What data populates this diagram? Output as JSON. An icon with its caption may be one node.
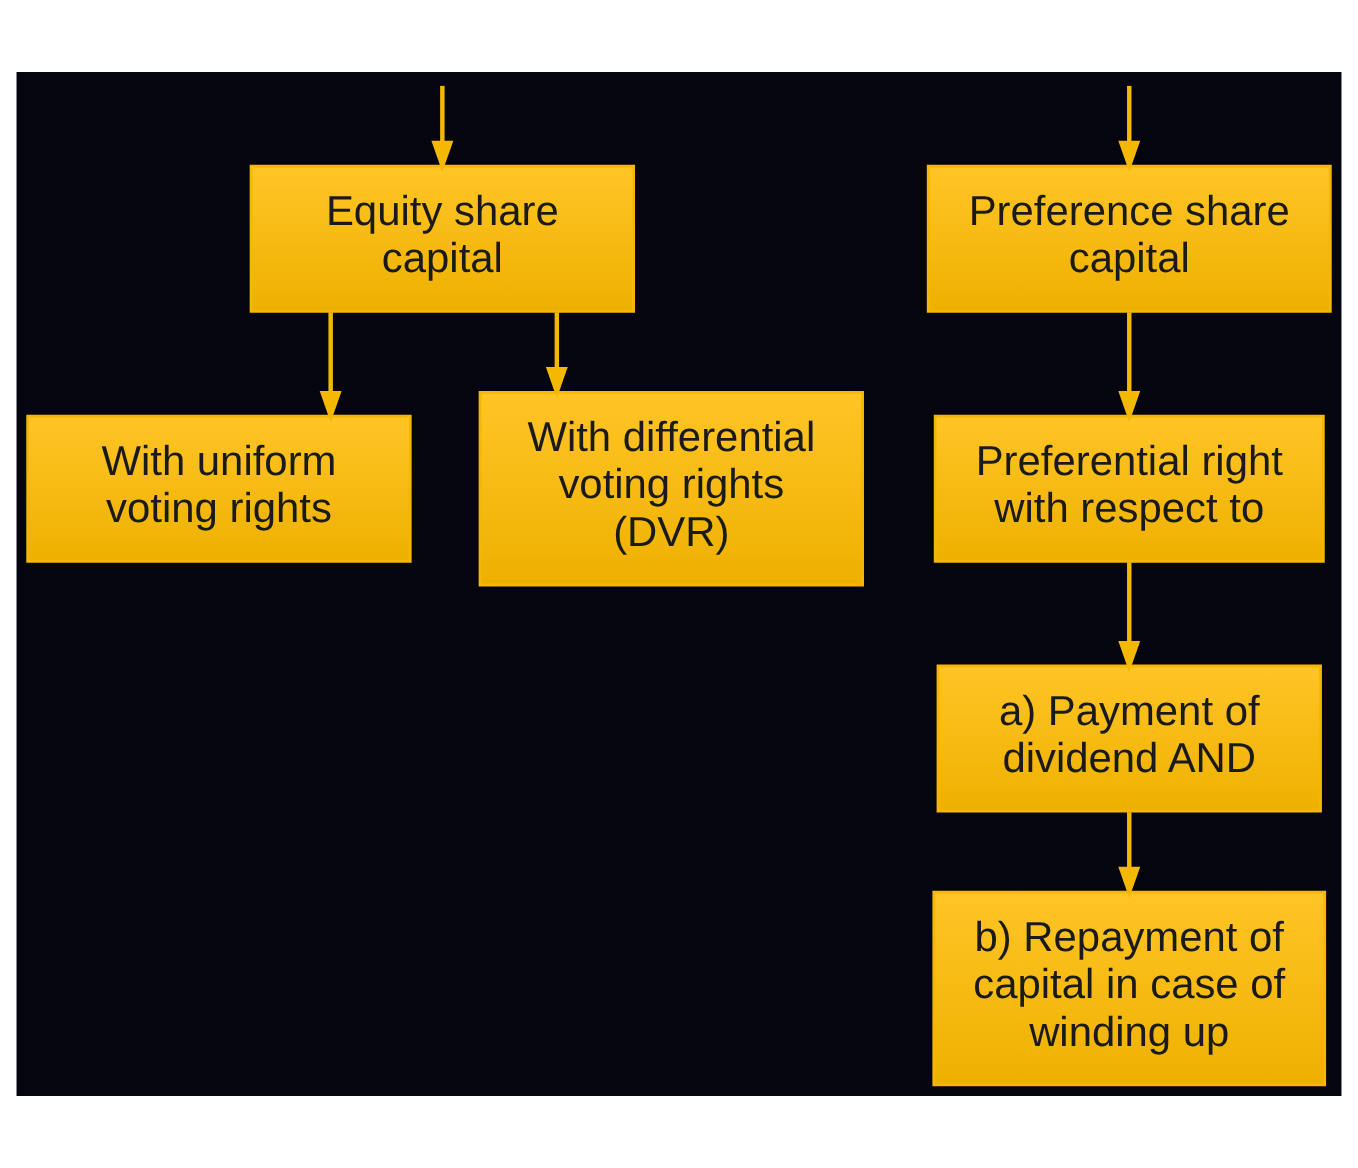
{
  "diagram": {
    "nodes": [
      {
        "text": [
          "Equity share capital"
        ]
      },
      {
        "text": [
          "Preference share capital"
        ]
      },
      {
        "text": [
          "With uniform voting rights"
        ]
      },
      {
        "text": [
          "With differential voting rights (DVR)"
        ]
      },
      {
        "text": [
          "Preferential right with respect to"
        ]
      },
      {
        "text": [
          "a) Payment of dividend AND"
        ]
      },
      {
        "text": [
          "b) Repayment of capital in case of winding up"
        ]
      }
    ],
    "edges": [
      {
        "from": null,
        "to": 0,
        "arrow": "to"
      },
      {
        "from": null,
        "to": 1,
        "arrow": "to"
      },
      {
        "from": 0,
        "to": 2,
        "arrow": "to"
      },
      {
        "from": 0,
        "to": 3,
        "arrow": "to"
      },
      {
        "from": 1,
        "to": 4,
        "arrow": "to"
      },
      {
        "from": 4,
        "to": 5,
        "arrow": "to"
      },
      {
        "from": 5,
        "to": 6,
        "arrow": "to"
      }
    ]
  }
}
